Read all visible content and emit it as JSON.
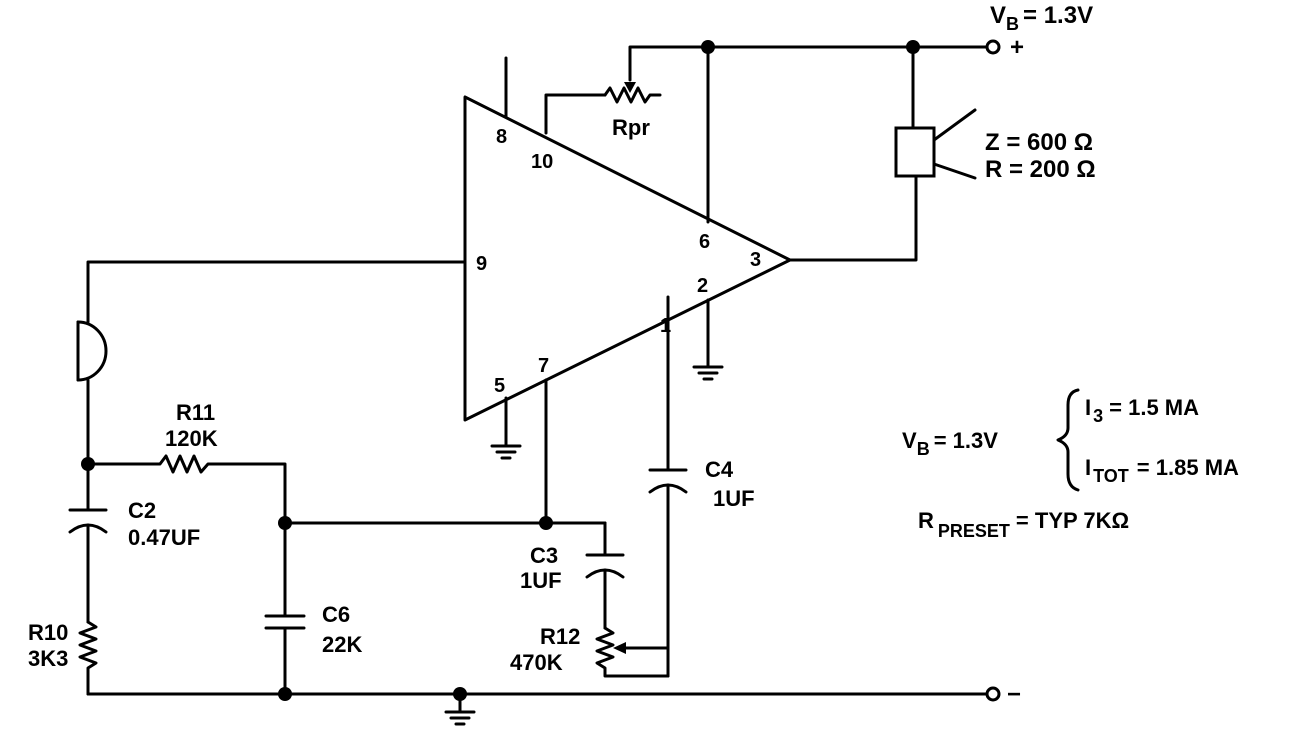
{
  "supply": {
    "positive": "V",
    "positive_sub": "B",
    "positive_value": "= 1.3V",
    "plus_sign": "+",
    "minus_sign": "−"
  },
  "amplifier": {
    "pins": [
      "8",
      "10",
      "9",
      "6",
      "3",
      "2",
      "1",
      "5",
      "7"
    ]
  },
  "components": {
    "rpr": "Rpr",
    "r11_name": "R11",
    "r11_value": "120K",
    "c2_name": "C2",
    "c2_value": "0.47UF",
    "c6_name": "C6",
    "c6_value": "22K",
    "c3_name": "C3",
    "c3_value": "1UF",
    "c4_name": "C4",
    "c4_value": "1UF",
    "r10_name": "R10",
    "r10_value": "3K3",
    "r12_name": "R12",
    "r12_value": "470K",
    "receiver_z": "Z = 600 Ω",
    "receiver_r": "R = 200 Ω"
  },
  "notes": {
    "vb_label": "V",
    "vb_sub": "B",
    "vb_value": "= 1.3V",
    "i3_label": "I",
    "i3_sub": "3",
    "i3_value": "= 1.5 MA",
    "itot_label": "I",
    "itot_sub": "TOT",
    "itot_value": "= 1.85 MA",
    "rpreset_label": "R",
    "rpreset_sub": "PRESET",
    "rpreset_value": "= TYP   7KΩ"
  }
}
